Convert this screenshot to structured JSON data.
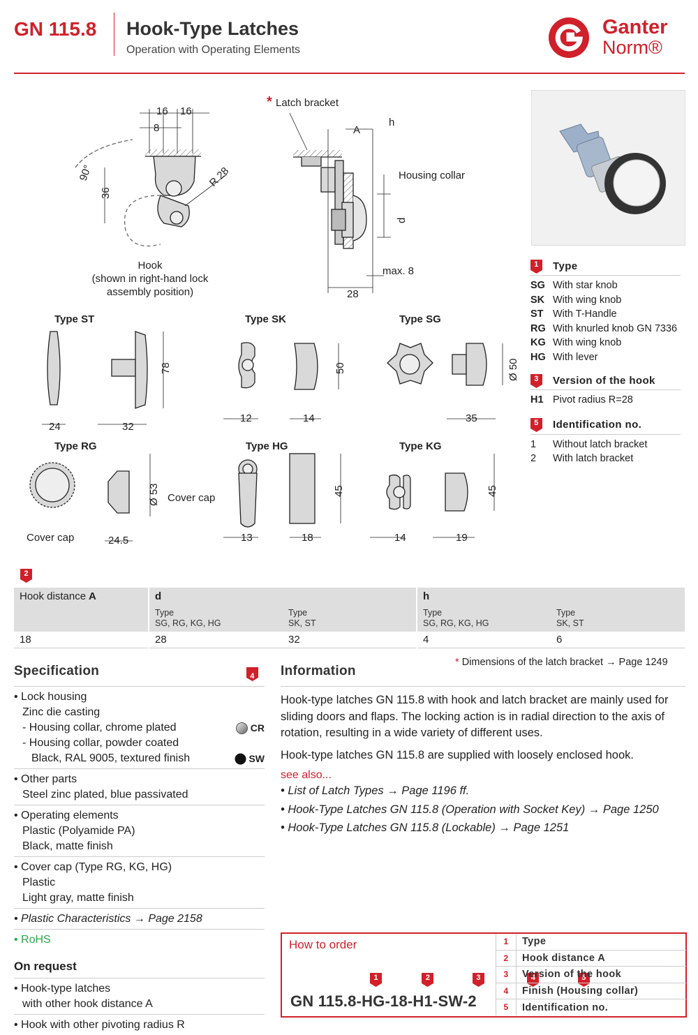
{
  "header": {
    "code": "GN 115.8",
    "title": "Hook-Type Latches",
    "subtitle": "Operation with Operating Elements",
    "brand_line1": "Ganter",
    "brand_line2": "Norm®"
  },
  "colors": {
    "accent": "#d0202a",
    "table_header": "#dedede",
    "rule": "#cccccc",
    "rohs": "#2aa94a"
  },
  "drawing": {
    "latch_bracket": "Latch bracket",
    "star": "*",
    "housing_collar": "Housing collar",
    "hook_caption": [
      "Hook",
      "(shown in right-hand lock",
      "assembly position)"
    ],
    "cover_cap": "Cover cap",
    "type_prefix": "Type",
    "dims": {
      "d16a": "16",
      "d16b": "16",
      "d8": "8",
      "d90": "90°",
      "d36": "36",
      "r28": "R 28",
      "A": "A",
      "h": "h",
      "d": "d",
      "max8": "max. 8",
      "d28": "28",
      "d24": "24",
      "d32": "32",
      "d78": "78",
      "d12": "12",
      "d14": "14",
      "d50": "50",
      "d35": "35",
      "dia50": "Ø 50",
      "dia53": "Ø 53",
      "d245": "24.5",
      "d13": "13",
      "d18": "18",
      "d45a": "45",
      "d14b": "14",
      "d19": "19",
      "d45b": "45"
    },
    "types": [
      "ST",
      "SK",
      "SG",
      "RG",
      "HG",
      "KG"
    ]
  },
  "legend": {
    "type": {
      "badge": "1",
      "title": "Type",
      "rows": [
        {
          "code": "SG",
          "text": "With star knob"
        },
        {
          "code": "SK",
          "text": "With wing knob"
        },
        {
          "code": "ST",
          "text": "With T-Handle"
        },
        {
          "code": "RG",
          "text": "With knurled knob GN 7336"
        },
        {
          "code": "KG",
          "text": "With wing knob"
        },
        {
          "code": "HG",
          "text": "With lever"
        }
      ]
    },
    "hook": {
      "badge": "3",
      "title": "Version of the hook",
      "rows": [
        {
          "code": "H1",
          "text": "Pivot radius R=28"
        }
      ]
    },
    "ident": {
      "badge": "5",
      "title": "Identification no.",
      "rows": [
        {
          "code": "1",
          "text": "Without latch bracket"
        },
        {
          "code": "2",
          "text": "With latch bracket"
        }
      ]
    }
  },
  "dim_table": {
    "badge": "2",
    "col1_label": "Hook distance",
    "col1_var": "A",
    "d_label": "d",
    "h_label": "h",
    "sub_type": "Type",
    "sub_a": "SG, RG, KG, HG",
    "sub_b": "SK, ST",
    "row": [
      "18",
      "28",
      "32",
      "4",
      "6"
    ]
  },
  "footnote": {
    "star": "*",
    "text": "Dimensions of the latch bracket → Page 1249"
  },
  "spec": {
    "title": "Specification",
    "badge": "4",
    "lock_housing": "Lock housing",
    "zinc": "Zinc die casting",
    "collar_chrome": "- Housing collar, chrome plated",
    "cr": "CR",
    "collar_powder": "- Housing collar, powder coated",
    "black_ral": "Black, RAL 9005, textured finish",
    "sw": "SW",
    "other_parts": "Other parts",
    "steel": "Steel zinc plated, blue passivated",
    "operating": "Operating elements",
    "plastic_pa": "Plastic (Polyamide PA)",
    "black_matte": "Black, matte finish",
    "cover_cap": "Cover cap (Type RG, KG, HG)",
    "plastic": "Plastic",
    "light_gray": "Light gray, matte finish",
    "plastic_char": "Plastic Characteristics → Page 2158",
    "rohs": "RoHS",
    "on_request_title": "On request",
    "req1a": "Hook-type latches",
    "req1b": "with other hook distance A",
    "req2": "Hook with other pivoting radius R"
  },
  "info": {
    "title": "Information",
    "p1": "Hook-type latches GN 115.8 with hook and latch bracket are mainly used for sliding doors and flaps. The locking action is in radial direction to the axis of rotation, resulting in a wide variety of different uses.",
    "p2": "Hook-type latches GN 115.8 are supplied with loosely enclosed hook.",
    "see_also": "see also...",
    "refs": [
      "• List of Latch Types → Page 1196 ff.",
      "• Hook-Type Latches GN 115.8 (Operation with Socket Key) → Page 1250",
      "• Hook-Type Latches GN 115.8 (Lockable) → Page 1251"
    ]
  },
  "order": {
    "title": "How to order",
    "code": "GN 115.8-HG-18-H1-SW-2",
    "badges": [
      "1",
      "2",
      "3",
      "4",
      "5"
    ],
    "items": [
      {
        "num": "1",
        "label": "Type"
      },
      {
        "num": "2",
        "label": "Hook distance A"
      },
      {
        "num": "3",
        "label": "Version of the hook"
      },
      {
        "num": "4",
        "label": "Finish (Housing collar)"
      },
      {
        "num": "5",
        "label": "Identification no."
      }
    ]
  }
}
